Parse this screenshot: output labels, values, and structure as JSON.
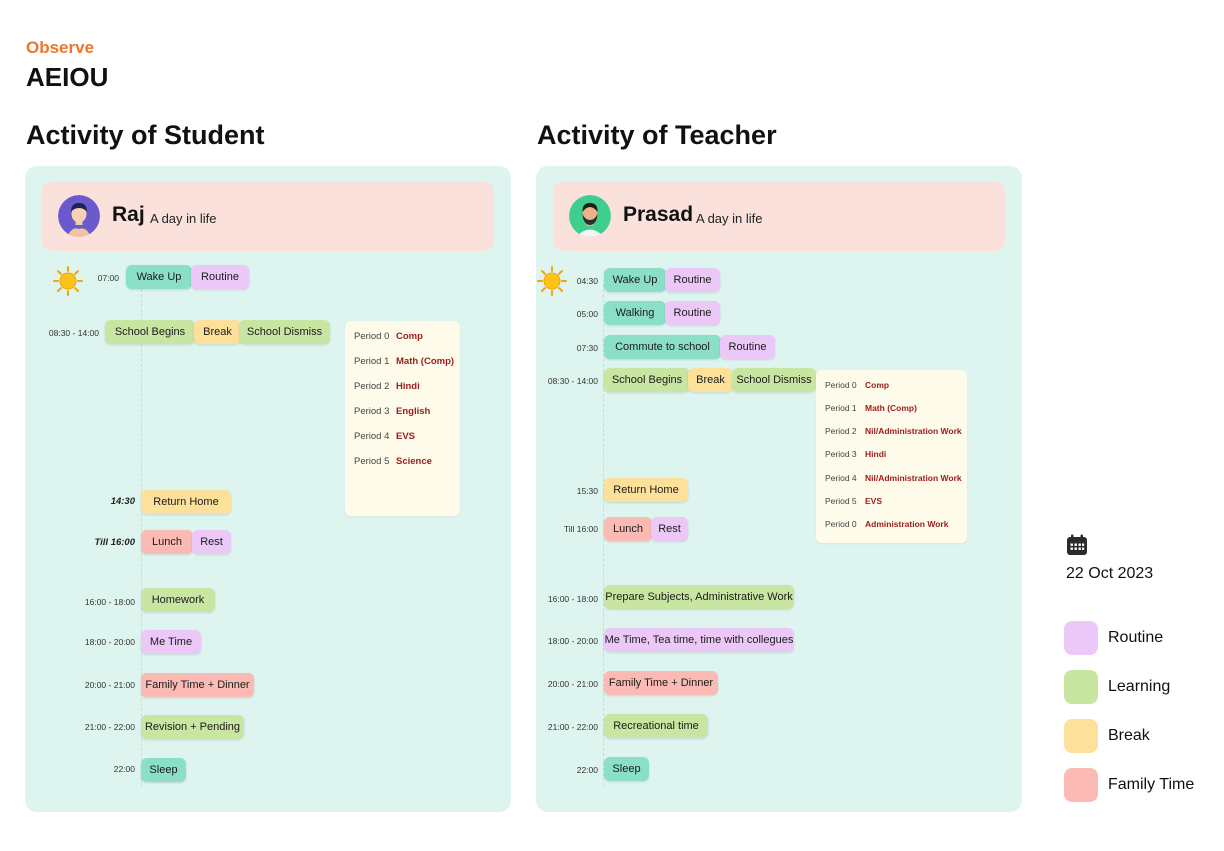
{
  "header": {
    "eyebrow": "Observe",
    "title": "AEIOU"
  },
  "student": {
    "section_title": "Activity of Student",
    "name": "Raj",
    "subtitle": "A day in life",
    "schedule": {
      "wake": {
        "time": "07:00",
        "activity": "Wake Up",
        "tag": "Routine"
      },
      "school": {
        "time": "08:30 - 14:00",
        "begins": "School Begins",
        "break": "Break",
        "dismiss": "School Dismiss"
      },
      "return_home": {
        "time": "14:30",
        "activity": "Return Home"
      },
      "lunch": {
        "time": "Till 16:00",
        "activity": "Lunch",
        "tag": "Rest"
      },
      "homework": {
        "time": "16:00 - 18:00",
        "activity": "Homework"
      },
      "me_time": {
        "time": "18:00 - 20:00",
        "activity": "Me Time"
      },
      "family": {
        "time": "20:00 - 21:00",
        "activity": "Family Time + Dinner"
      },
      "revision": {
        "time": "21:00 - 22:00",
        "activity": "Revision + Pending"
      },
      "sleep": {
        "time": "22:00",
        "activity": "Sleep"
      }
    },
    "periods": [
      {
        "label": "Period 0",
        "subject": "Comp"
      },
      {
        "label": "Period 1",
        "subject": "Math (Comp)"
      },
      {
        "label": "Period 2",
        "subject": "Hindi"
      },
      {
        "label": "Period 3",
        "subject": "English"
      },
      {
        "label": "Period 4",
        "subject": "EVS"
      },
      {
        "label": "Period 5",
        "subject": "Science"
      }
    ]
  },
  "teacher": {
    "section_title": "Activity of Teacher",
    "name": "Prasad",
    "subtitle": "A day in life",
    "schedule": {
      "wake": {
        "time": "04:30",
        "activity": "Wake Up",
        "tag": "Routine"
      },
      "walk": {
        "time": "05:00",
        "activity": "Walking",
        "tag": "Routine"
      },
      "commute": {
        "time": "07:30",
        "activity": "Commute to school",
        "tag": "Routine"
      },
      "school": {
        "time": "08:30 - 14:00",
        "begins": "School Begins",
        "break": "Break",
        "dismiss": "School Dismiss"
      },
      "return_home": {
        "time": "15:30",
        "activity": "Return Home"
      },
      "lunch": {
        "time": "Till 16:00",
        "activity": "Lunch",
        "tag": "Rest"
      },
      "prepare": {
        "time": "16:00 - 18:00",
        "activity": "Prepare Subjects, Administrative Work"
      },
      "me_time": {
        "time": "18:00 - 20:00",
        "activity": "Me Time, Tea time, time with collegues"
      },
      "family": {
        "time": "20:00 - 21:00",
        "activity": "Family Time + Dinner"
      },
      "recreation": {
        "time": "21:00 - 22:00",
        "activity": "Recreational time"
      },
      "sleep": {
        "time": "22:00",
        "activity": "Sleep"
      }
    },
    "periods": [
      {
        "label": "Period 0",
        "subject": "Comp"
      },
      {
        "label": "Period 1",
        "subject": "Math (Comp)"
      },
      {
        "label": "Period 2",
        "subject": "Nil/Administration Work"
      },
      {
        "label": "Period 3",
        "subject": "Hindi"
      },
      {
        "label": "Period 4",
        "subject": "Nil/Administration Work"
      },
      {
        "label": "Period 5",
        "subject": "EVS"
      },
      {
        "label": "Period 0",
        "subject": "Administration Work"
      }
    ]
  },
  "date": "22 Oct 2023",
  "legend": [
    {
      "label": "Routine",
      "color": "#ebc8f7"
    },
    {
      "label": "Learning",
      "color": "#c9e5a2"
    },
    {
      "label": "Break",
      "color": "#fde19a"
    },
    {
      "label": "Family Time",
      "color": "#fbbab3"
    }
  ],
  "icons": {
    "sun": "sun-icon",
    "calendar": "calendar-icon",
    "avatar_student": "student-avatar",
    "avatar_teacher": "teacher-avatar"
  }
}
